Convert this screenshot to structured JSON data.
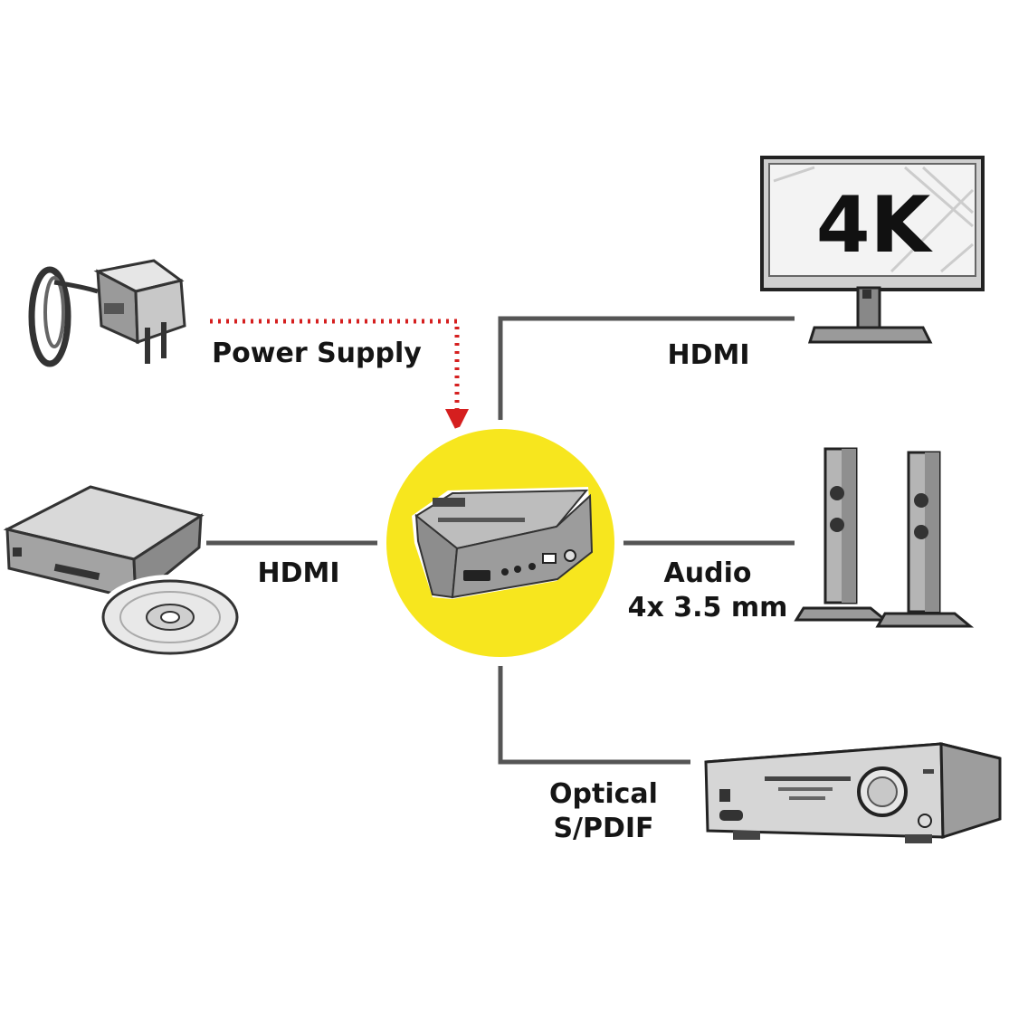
{
  "labels": {
    "power_supply": "Power Supply",
    "hdmi_in": "HDMI",
    "hdmi_out": "HDMI",
    "audio_line1": "Audio",
    "audio_line2": "4x 3.5 mm",
    "optical_line1": "Optical",
    "optical_line2": "S/PDIF",
    "monitor_text": "4K"
  },
  "colors": {
    "hub_circle": "#f7e61e",
    "power_line": "#d51f1f",
    "connector_line": "#555555",
    "label_text": "#151515"
  },
  "icons": {
    "power_adapter": "power-adapter-icon",
    "dvd_player": "blu-ray-player-icon",
    "disc": "disc-icon",
    "extractor": "hdmi-audio-extractor-icon",
    "monitor": "4k-monitor-icon",
    "speakers": "speakers-icon",
    "receiver": "av-receiver-icon"
  }
}
